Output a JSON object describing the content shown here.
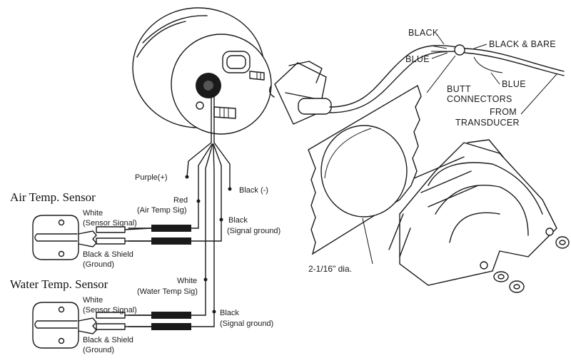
{
  "sensors": {
    "air_title": "Air Temp. Sensor",
    "water_title": "Water Temp. Sensor"
  },
  "wires": {
    "purple": "Purple(+)",
    "red": "Red",
    "red_sub": "(Air Temp Sig)",
    "black_neg": "Black (-)",
    "black_sig_1": "Black",
    "black_sig_1_sub": "(Signal ground)",
    "white_water": "White",
    "white_water_sub": "(Water Temp Sig)",
    "black_sig_2": "Black",
    "black_sig_2_sub": "(Signal ground)",
    "air_white": "White",
    "air_white_sub": "(Sensor Signal)",
    "air_shield": "Black & Shield",
    "air_shield_sub": "(Ground)",
    "water_white": "White",
    "water_white_sub": "(Sensor Signal)",
    "water_shield": "Black & Shield",
    "water_shield_sub": "(Ground)"
  },
  "transducer": {
    "black": "BLACK",
    "blue_left": "BLUE",
    "black_bare": "BLACK  &  BARE",
    "blue_right": "BLUE",
    "butt_1": "BUTT",
    "butt_2": "CONNECTORS",
    "from_1": "FROM",
    "from_2": "TRANSDUCER"
  },
  "panel": {
    "dimension": "2-1/16\" dia."
  }
}
